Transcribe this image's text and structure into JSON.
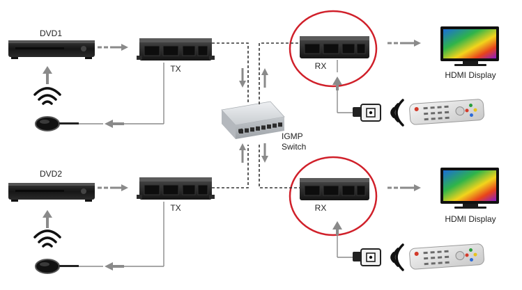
{
  "labels": {
    "dvd1": "DVD1",
    "dvd2": "DVD2",
    "tx1": "TX",
    "tx2": "TX",
    "rx1": "RX",
    "rx2": "RX",
    "display1": "HDMI Display",
    "display2": "HDMI Display",
    "switch_line1": "IGMP",
    "switch_line2": "Switch"
  },
  "colors": {
    "arrow": "#8a8a8a",
    "dashed_link": "#333333",
    "highlight_ring": "#d0202a",
    "device_dark": "#1e1e1e",
    "switch_body": "#d9dcdf"
  },
  "icons": {
    "dvd_player": "dvd-player-icon",
    "transmitter": "transmitter-icon",
    "receiver": "receiver-icon",
    "network_switch": "network-switch-icon",
    "ir_emitter": "ir-emitter-icon",
    "ir_receiver": "ir-receiver-icon",
    "ir_signal": "ir-signal-icon",
    "remote": "remote-control-icon",
    "display": "hdmi-display-icon"
  }
}
